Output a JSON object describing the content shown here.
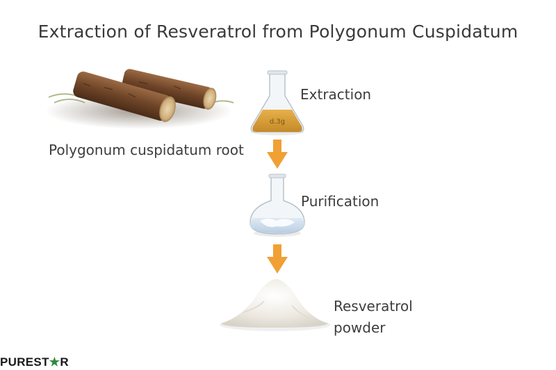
{
  "title": "Extraction of Resveratrol from Polygonum Cuspidatum",
  "source": {
    "label": "Polygonum cuspidatum root",
    "icon": "root-logs-icon"
  },
  "steps": [
    {
      "label": "Extraction",
      "icon": "amber-flask-icon"
    },
    {
      "label": "Purification",
      "icon": "clear-flask-icon"
    }
  ],
  "product": {
    "line1": "Resveratrol",
    "line2": "powder",
    "icon": "powder-pile-icon"
  },
  "flask_text": "d.3g",
  "arrow_color": "#f0a035",
  "logo": {
    "pre": "PUREST",
    "star": "★",
    "post": "R"
  }
}
